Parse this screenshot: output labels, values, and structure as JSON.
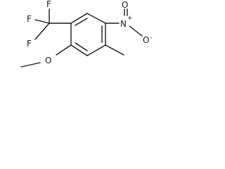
{
  "molecule": {
    "atoms": {
      "fluorine_top": "F",
      "fluorine_left": "F",
      "fluorine_bottom": "F",
      "nitro_nitrogen": "N",
      "nitro_plus": "+",
      "nitro_oxygen_top": "O",
      "nitro_oxygen_right": "O",
      "nitro_minus": "-",
      "methoxy_oxygen": "O"
    }
  }
}
